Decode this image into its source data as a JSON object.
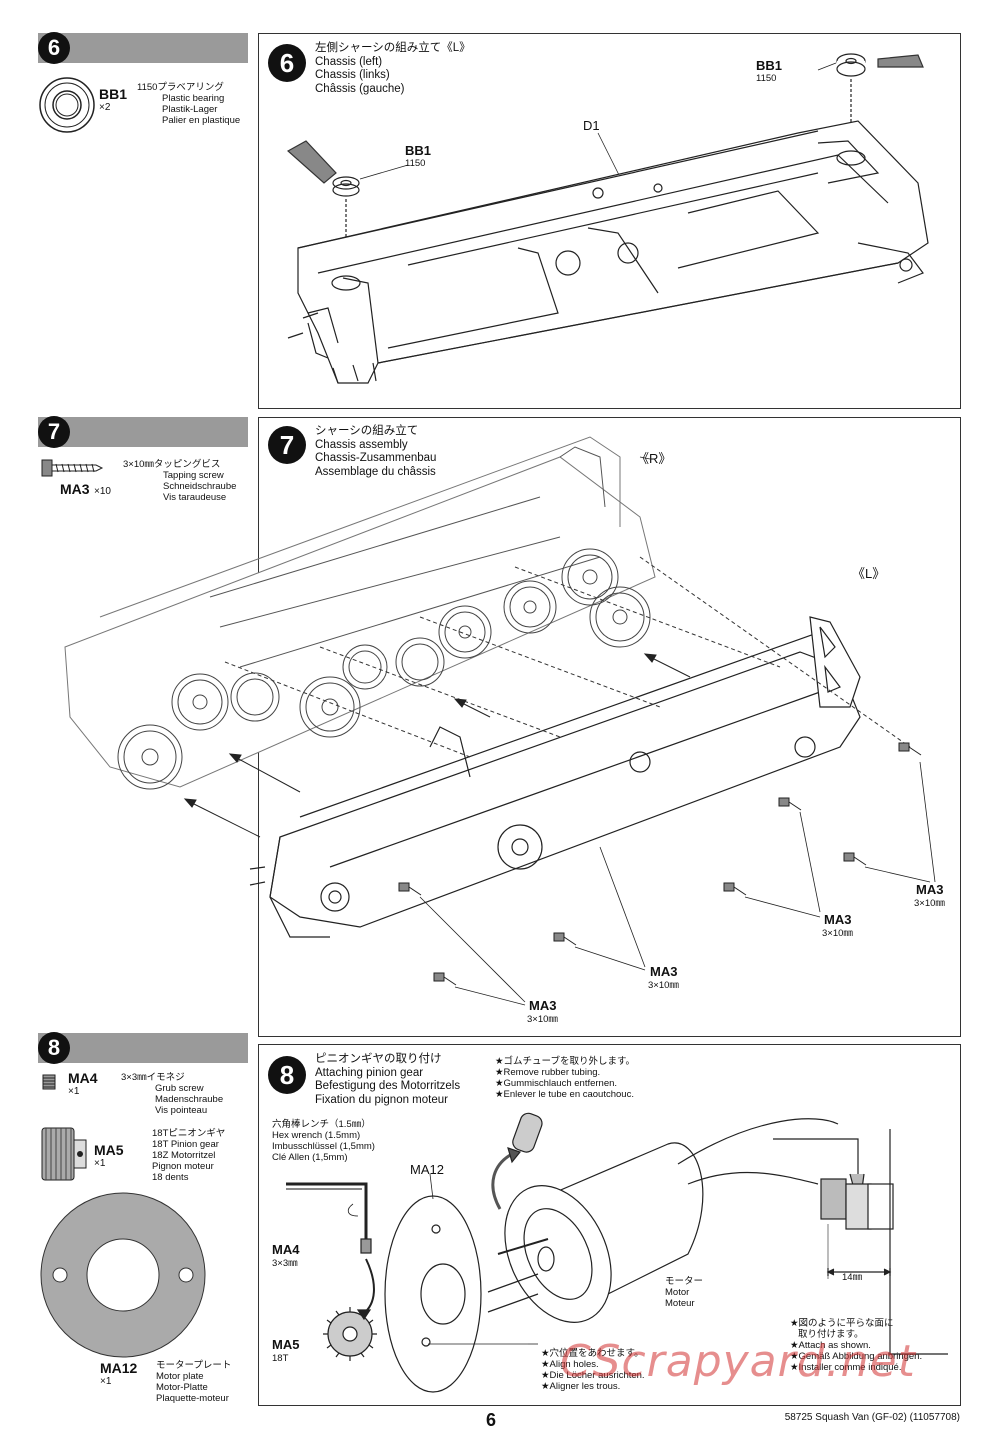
{
  "steps": [
    {
      "num": "6",
      "parts": [
        {
          "code": "BB1",
          "qty": "×2",
          "lines": [
            "1150プラベアリング",
            "Plastic bearing",
            "Plastik-Lager",
            "Palier en plastique"
          ]
        }
      ],
      "title": [
        "左側シャーシの組み立て《L》",
        "Chassis (left)",
        "Chassis (links)",
        "Châssis (gauche)"
      ],
      "callouts": {
        "bb1_top": "BB1",
        "bb1_top_num": "1150",
        "bb1_left": "BB1",
        "bb1_left_num": "1150",
        "d1": "D1"
      }
    },
    {
      "num": "7",
      "parts": [
        {
          "code": "MA3",
          "qty": "×10",
          "lines": [
            "3×10㎜タッピングビス",
            "Tapping screw",
            "Schneidschraube",
            "Vis taraudeuse"
          ]
        }
      ],
      "title": [
        "シャーシの組み立て",
        "Chassis assembly",
        "Chassis-Zusammenbau",
        "Assemblage du châssis"
      ],
      "callouts": {
        "r": "《R》",
        "l": "《L》",
        "ma3": "MA3",
        "ma3_size": "3×10㎜"
      }
    },
    {
      "num": "8",
      "parts": [
        {
          "code": "MA4",
          "qty": "×1",
          "lines": [
            "3×3㎜イモネジ",
            "Grub screw",
            "Madenschraube",
            "Vis pointeau"
          ]
        },
        {
          "code": "MA5",
          "qty": "×1",
          "lines": [
            "18Tピニオンギヤ",
            "18T Pinion gear",
            "18Z Motorritzel",
            "Pignon moteur",
            "18 dents"
          ]
        },
        {
          "code": "MA12",
          "qty": "×1",
          "lines": [
            "モータープレート",
            "Motor plate",
            "Motor-Platte",
            "Plaquette-moteur"
          ]
        }
      ],
      "title": [
        "ピニオンギヤの取り付け",
        "Attaching pinion gear",
        "Befestigung des Motorritzels",
        "Fixation du pignon moteur"
      ],
      "notes": {
        "tubing": [
          "★ゴムチューブを取り外します。",
          "★Remove rubber tubing.",
          "★Gummischlauch entfernen.",
          "★Enlever le tube en caoutchouc."
        ],
        "wrench": [
          "六角棒レンチ（1.5㎜）",
          "Hex wrench (1.5mm)",
          "Imbusschlüssel (1,5mm)",
          "Clé Allen (1,5mm)"
        ],
        "motor": [
          "モーター",
          "Motor",
          "Moteur"
        ],
        "align": [
          "★穴位置をあわせます。",
          "★Align holes.",
          "★Die Löcher ausrichten.",
          "★Aligner les trous."
        ],
        "flat": [
          "★図のように平らな面に",
          "取り付けます。",
          "★Attach as shown.",
          "★Gemäß Abbildung anbringen.",
          "★Installer comme indiqué."
        ],
        "dim": "14㎜",
        "ma4": "MA4",
        "ma4_size": "3×3㎜",
        "ma5": "MA5",
        "ma5_size": "18T",
        "ma12": "MA12"
      }
    }
  ],
  "footer": {
    "page": "6",
    "code": "58725  Squash Van (GF-02) (11057708)"
  },
  "watermark": "CScrapyard.net"
}
